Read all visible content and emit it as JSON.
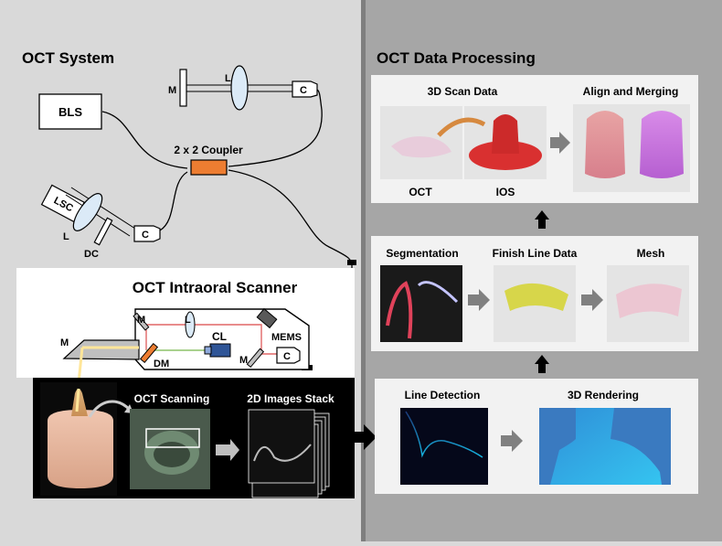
{
  "left": {
    "system_title": "OCT System",
    "labels": {
      "bls": "BLS",
      "coupler": "2 x 2 Coupler",
      "lsc": "LSC",
      "m": "M",
      "l": "L",
      "c": "C",
      "dc": "DC"
    },
    "scanner_title": "OCT Intraoral Scanner",
    "scanner_labels": {
      "m1": "M",
      "m2": "M",
      "m3": "M",
      "l": "L",
      "cl": "CL",
      "mems": "MEMS",
      "c": "C",
      "dm": "DM"
    },
    "bottom": {
      "oct_scanning": "OCT Scanning",
      "images_stack": "2D Images Stack"
    }
  },
  "right": {
    "title": "OCT Data Processing",
    "box1": {
      "scan_title": "3D Scan Data",
      "align_title": "Align and Merging",
      "oct_label": "OCT",
      "ios_label": "IOS"
    },
    "box2": {
      "seg_title": "Segmentation",
      "finish_title": "Finish Line Data",
      "mesh_title": "Mesh"
    },
    "box3": {
      "line_title": "Line Detection",
      "render_title": "3D Rendering"
    }
  },
  "colors": {
    "left_bg": "#d9d9d9",
    "right_bg": "#a6a6a6",
    "coupler": "#ed7d31",
    "panel": "#f2f2f2"
  }
}
